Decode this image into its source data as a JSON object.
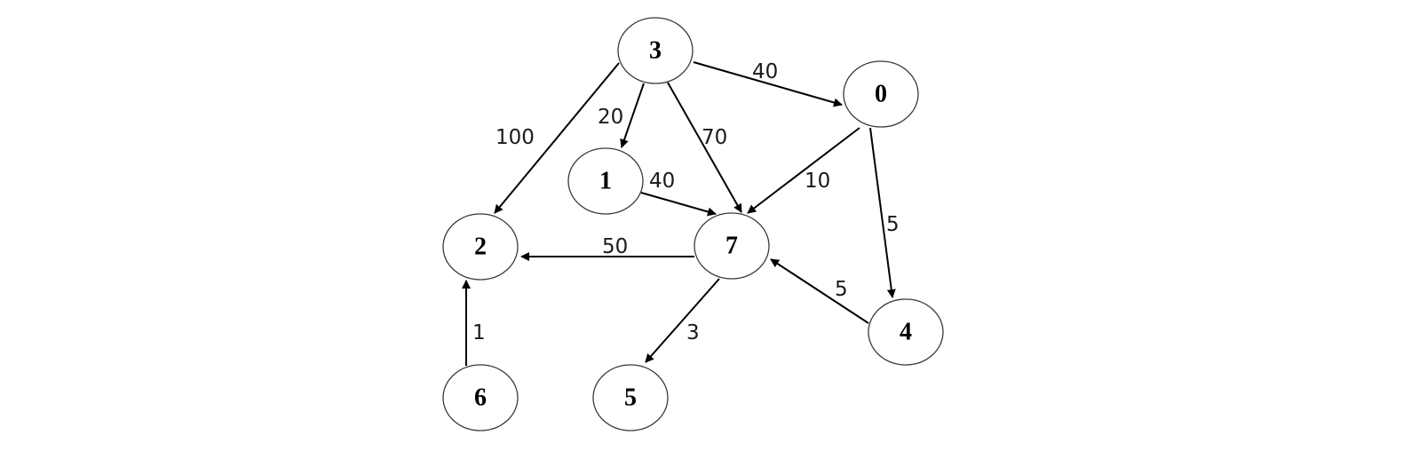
{
  "graph": {
    "directed": true,
    "nodes": [
      {
        "id": "3",
        "label": "3"
      },
      {
        "id": "0",
        "label": "0"
      },
      {
        "id": "1",
        "label": "1"
      },
      {
        "id": "2",
        "label": "2"
      },
      {
        "id": "7",
        "label": "7"
      },
      {
        "id": "4",
        "label": "4"
      },
      {
        "id": "6",
        "label": "6"
      },
      {
        "id": "5",
        "label": "5"
      }
    ],
    "edges": [
      {
        "from": "3",
        "to": "0",
        "weight": "40"
      },
      {
        "from": "3",
        "to": "2",
        "weight": "100"
      },
      {
        "from": "3",
        "to": "1",
        "weight": "20"
      },
      {
        "from": "3",
        "to": "7",
        "weight": "70"
      },
      {
        "from": "0",
        "to": "7",
        "weight": "10"
      },
      {
        "from": "0",
        "to": "4",
        "weight": "5"
      },
      {
        "from": "1",
        "to": "7",
        "weight": "40"
      },
      {
        "from": "7",
        "to": "2",
        "weight": "50"
      },
      {
        "from": "4",
        "to": "7",
        "weight": "5"
      },
      {
        "from": "7",
        "to": "5",
        "weight": "3"
      },
      {
        "from": "6",
        "to": "2",
        "weight": "1"
      }
    ]
  },
  "colors": {
    "node_stroke": "#3a3a3a",
    "node_fill": "#ffffff",
    "edge": "#000000",
    "text": "#000000"
  }
}
